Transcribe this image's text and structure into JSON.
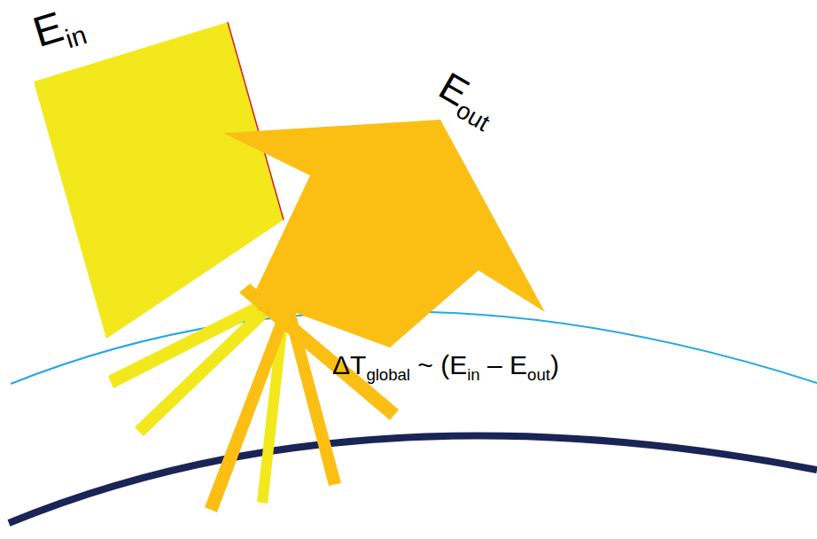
{
  "diagram": {
    "labels": [
      "E",
      "in",
      "E",
      "out",
      "ΔT",
      "global",
      " ~ (E",
      "in",
      " – E",
      "out",
      ")"
    ]
  }
}
